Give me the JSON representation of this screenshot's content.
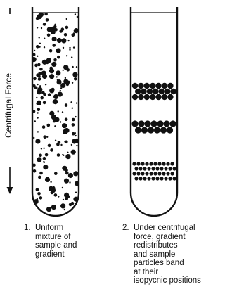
{
  "axis_label": "Centrifugal Force",
  "captions": [
    {
      "number": "1.",
      "text": "Uniform\nmixture of\nsample and\ngradient"
    },
    {
      "number": "2.",
      "text": "Under centrifugal\nforce, gradient\nredistributes\nand sample\nparticles band\nat their\nisopycnic positions"
    }
  ],
  "colors": {
    "ink": "#111111",
    "background": "#ffffff"
  },
  "tubes": [
    {
      "name": "tube-uniform-mixture",
      "state": "uniform mixture of particles"
    },
    {
      "name": "tube-banded",
      "state": "three particle bands",
      "band_count": 3
    }
  ]
}
